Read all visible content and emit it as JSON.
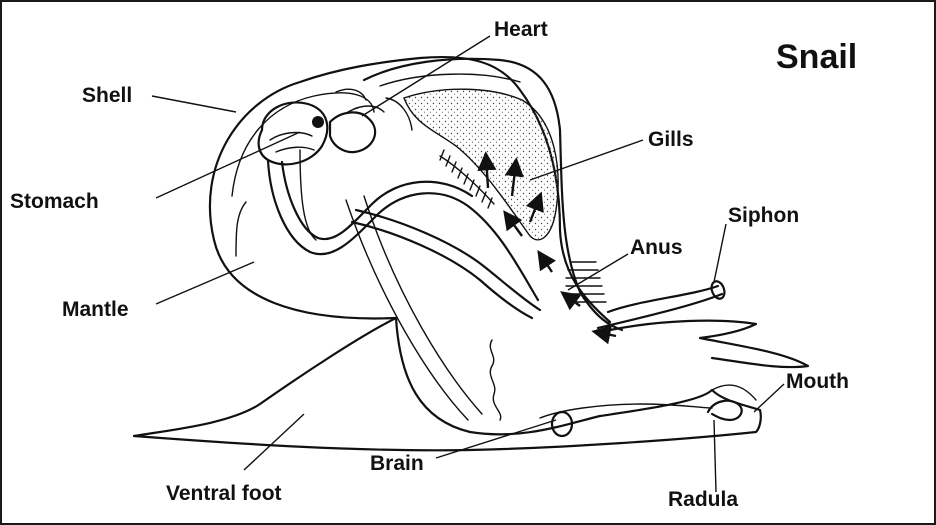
{
  "diagram": {
    "title": "Snail",
    "labels": {
      "heart": "Heart",
      "shell": "Shell",
      "stomach": "Stomach",
      "gills": "Gills",
      "siphon": "Siphon",
      "anus": "Anus",
      "mantle": "Mantle",
      "mouth": "Mouth",
      "ventral_foot": "Ventral foot",
      "brain": "Brain",
      "radula": "Radula"
    }
  }
}
